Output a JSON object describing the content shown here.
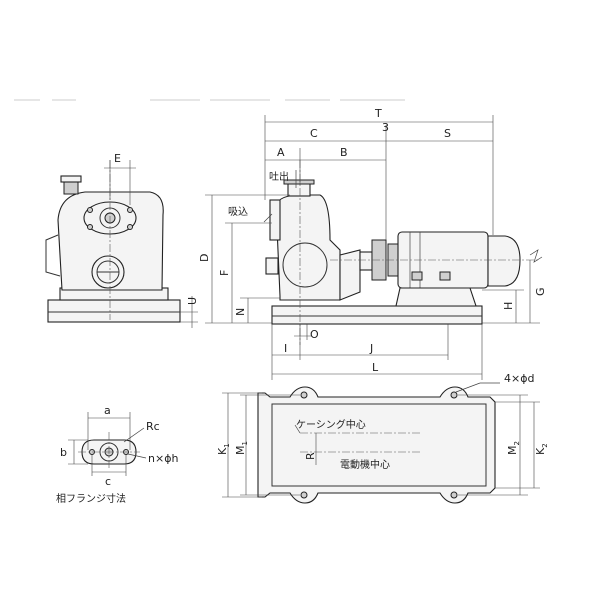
{
  "labels": {
    "T": "T",
    "three": "3",
    "C": "C",
    "S": "S",
    "A": "A",
    "B": "B",
    "E": "E",
    "D": "D",
    "F": "F",
    "N": "N",
    "U": "U",
    "H": "H",
    "G": "G",
    "O": "O",
    "I": "I",
    "J": "J",
    "L": "L",
    "a": "a",
    "b": "b",
    "c": "c",
    "Rc": "Rc",
    "nh": "n×ϕh",
    "K1": "K",
    "K1_sub": "1",
    "M1": "M",
    "M1_sub": "1",
    "K2": "K",
    "K2_sub": "2",
    "M2": "M",
    "M2_sub": "2",
    "R": "R",
    "fourd": "4×ϕd"
  },
  "annotations": {
    "discharge": "吐出",
    "suction": "吸込",
    "casing_center": "ケーシング中心",
    "motor_center": "電動機中心",
    "flange_caption": "相フランジ寸法"
  }
}
